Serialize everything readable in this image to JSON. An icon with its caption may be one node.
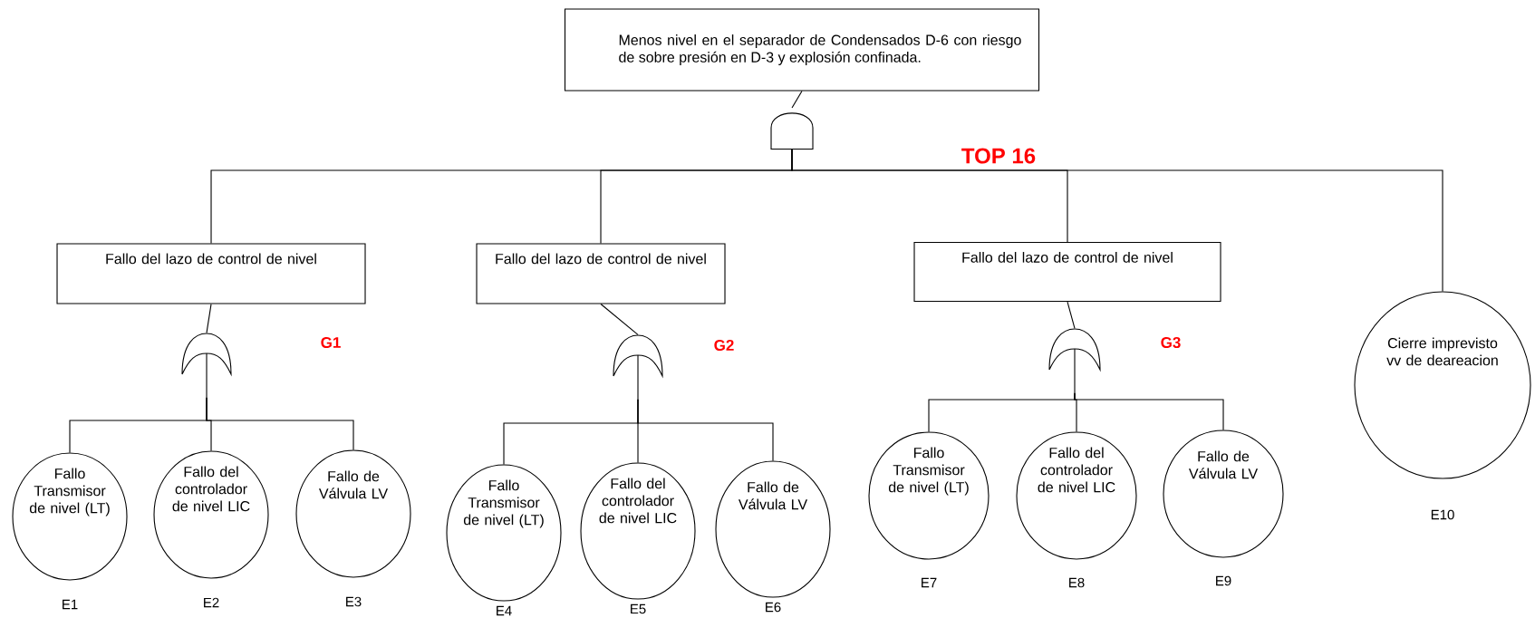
{
  "diagram": {
    "nodes": [
      {
        "text": [
          "Menos nivel en el separador  de Condensados D-6 con riesgo de sobre presión en D-3 y explosión confinada."
        ]
      },
      {
        "text": [],
        "shape": "and-gate"
      },
      {
        "text": [
          "Fallo del lazo de control de nivel"
        ]
      },
      {
        "text": [],
        "shape": "or-gate"
      },
      {
        "text": [
          "Fallo Transmisor de nivel (LT)"
        ],
        "beside": [
          "E1"
        ]
      },
      {
        "text": [
          "Fallo del controlador de nivel LIC"
        ],
        "beside": [
          "E2"
        ]
      },
      {
        "text": [
          "Fallo de Válvula LV"
        ],
        "beside": [
          "E3"
        ]
      },
      {
        "text": [
          "Fallo del lazo de control de nivel"
        ]
      },
      {
        "text": [],
        "shape": "or-gate"
      },
      {
        "text": [
          "Fallo Transmisor de nivel (LT)"
        ],
        "beside": [
          "E4"
        ]
      },
      {
        "text": [
          "Fallo del controlador de nivel LIC"
        ],
        "beside": [
          "E5"
        ]
      },
      {
        "text": [
          "Fallo de Válvula LV"
        ],
        "beside": [
          "E6"
        ]
      },
      {
        "text": [
          "Fallo del lazo de control de nivel"
        ]
      },
      {
        "text": [],
        "shape": "or-gate"
      },
      {
        "text": [
          "Fallo Transmisor de nivel (LT)"
        ],
        "beside": [
          "E7"
        ]
      },
      {
        "text": [
          "Fallo del controlador de nivel LIC"
        ],
        "beside": [
          "E8"
        ]
      },
      {
        "text": [
          "Fallo de Válvula LV"
        ],
        "beside": [
          "E9"
        ]
      },
      {
        "text": [
          "Cierre imprevisto vv de deareacion"
        ],
        "beside": [
          "E10"
        ]
      }
    ],
    "edges": [
      {
        "from": 0,
        "to": 1,
        "arrow": "none"
      },
      {
        "from": 1,
        "to": 2,
        "arrow": "none"
      },
      {
        "from": 1,
        "to": 7,
        "arrow": "none"
      },
      {
        "from": 1,
        "to": 12,
        "arrow": "none"
      },
      {
        "from": 1,
        "to": 17,
        "arrow": "none"
      },
      {
        "from": 2,
        "to": 3,
        "arrow": "none"
      },
      {
        "from": 3,
        "to": 4,
        "arrow": "none"
      },
      {
        "from": 3,
        "to": 5,
        "arrow": "none"
      },
      {
        "from": 3,
        "to": 6,
        "arrow": "none"
      },
      {
        "from": 7,
        "to": 8,
        "arrow": "none"
      },
      {
        "from": 8,
        "to": 9,
        "arrow": "none"
      },
      {
        "from": 8,
        "to": 10,
        "arrow": "none"
      },
      {
        "from": 8,
        "to": 11,
        "arrow": "none"
      },
      {
        "from": 12,
        "to": 13,
        "arrow": "none"
      },
      {
        "from": 13,
        "to": 14,
        "arrow": "none"
      },
      {
        "from": 13,
        "to": 15,
        "arrow": "none"
      },
      {
        "from": 13,
        "to": 16,
        "arrow": "none"
      }
    ],
    "labels": [
      "TOP 16",
      "G1",
      "G2",
      "G3"
    ]
  }
}
